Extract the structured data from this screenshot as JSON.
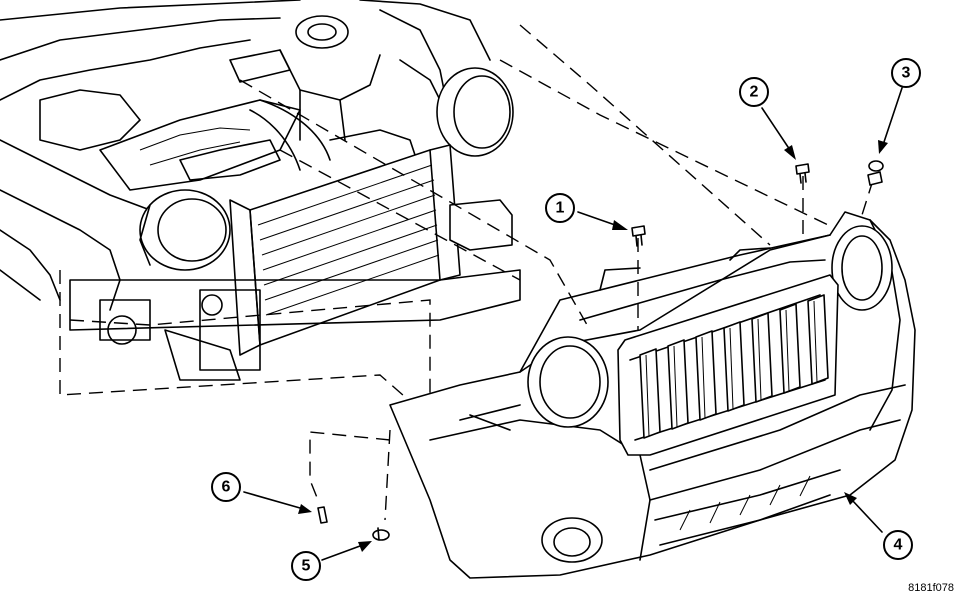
{
  "callouts": [
    {
      "id": "1",
      "label": "1"
    },
    {
      "id": "2",
      "label": "2"
    },
    {
      "id": "3",
      "label": "3"
    },
    {
      "id": "4",
      "label": "4"
    },
    {
      "id": "5",
      "label": "5"
    },
    {
      "id": "6",
      "label": "6"
    }
  ],
  "figure_ref": "8181f078",
  "colors": {
    "ink": "#000000",
    "paper": "#ffffff"
  }
}
